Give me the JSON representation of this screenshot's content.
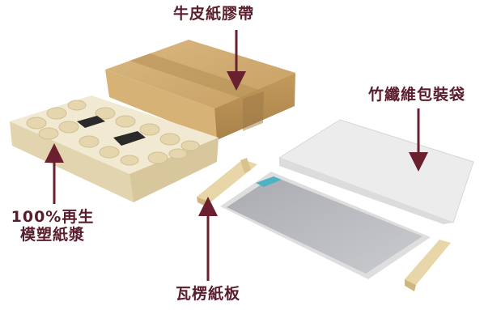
{
  "labels": {
    "kraft_tape": "牛皮紙膠帶",
    "bamboo_bag": "竹纖維包裝袋",
    "pulp_line1": "100%再生",
    "pulp_line2": "模塑紙漿",
    "corrugated_board": "瓦楞紙板"
  },
  "colors": {
    "label_text": "#5a1d2b",
    "arrow": "#6b2030",
    "kraft_box": "#c9a46a",
    "pulp_tray": "#efe4c7",
    "bamboo_bag": "#ebebeb",
    "device": "#b7b9bd"
  }
}
